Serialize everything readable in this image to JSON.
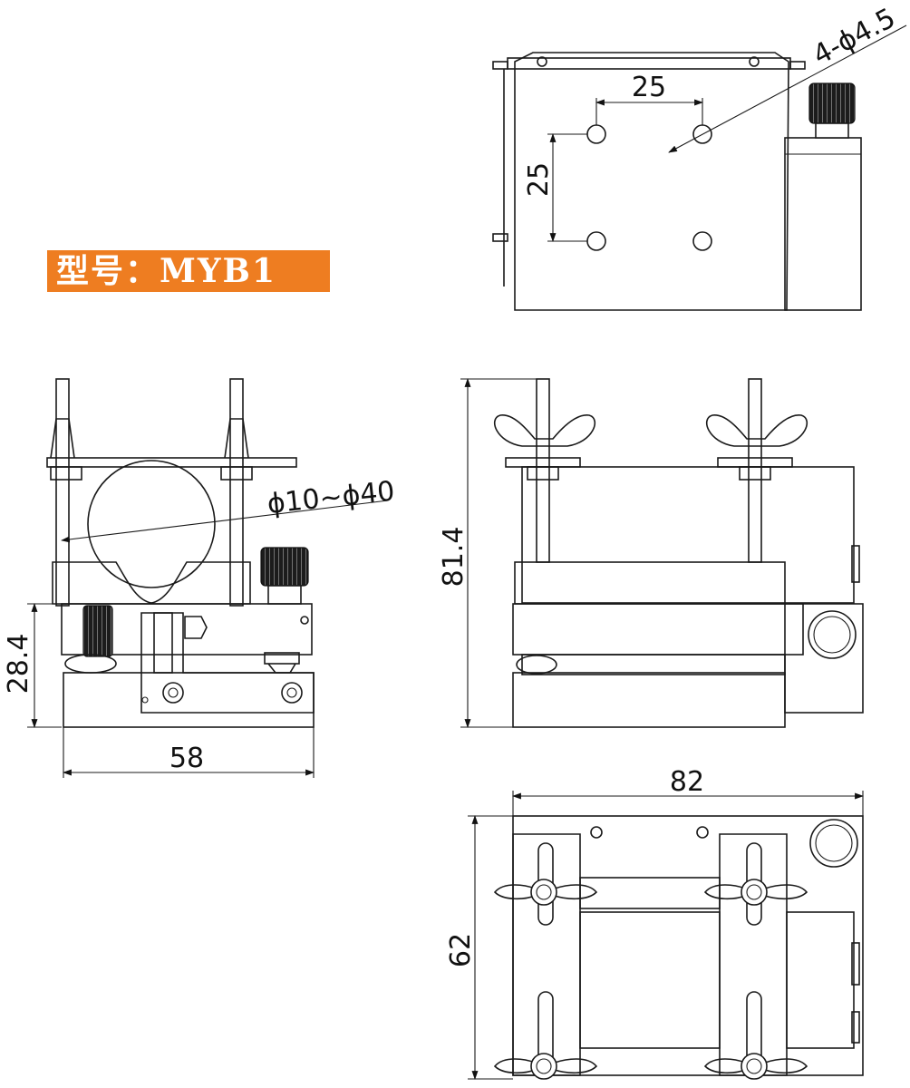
{
  "model_label": "型号：MYB1",
  "dimensions": {
    "hole_spacing_h": "25",
    "hole_spacing_v": "25",
    "holes": "4-ϕ4.5",
    "clamp_range": "ϕ10~ϕ40",
    "base_height": "28.4",
    "width": "58",
    "total_height": "81.4",
    "length": "82",
    "depth": "62"
  },
  "colors": {
    "badge": "#ee7d21",
    "line": "#1a1a1a"
  }
}
